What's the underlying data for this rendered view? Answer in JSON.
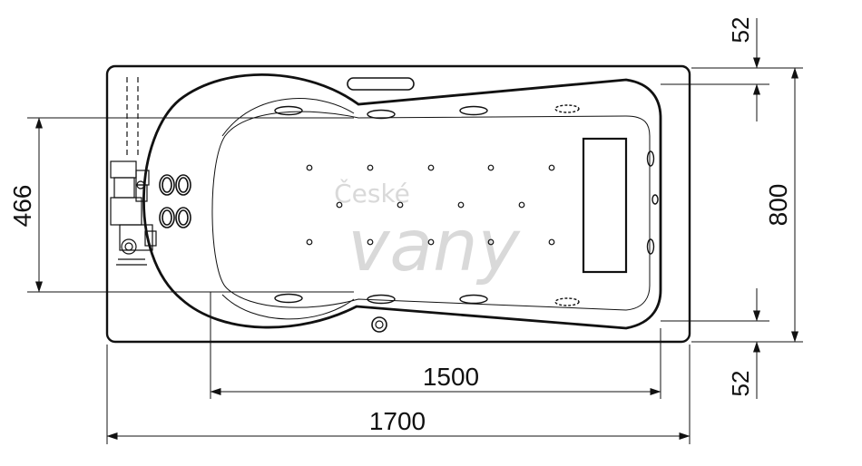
{
  "dimensions": {
    "inner_length": "1500",
    "outer_length": "1700",
    "width": "800",
    "headrest_width": "466",
    "top_offset": "52",
    "bottom_offset": "52"
  },
  "watermark": {
    "line1": "České",
    "line2": "vany"
  },
  "colors": {
    "stroke": "#111111",
    "background": "#ffffff",
    "watermark": "#d9d9d9"
  }
}
